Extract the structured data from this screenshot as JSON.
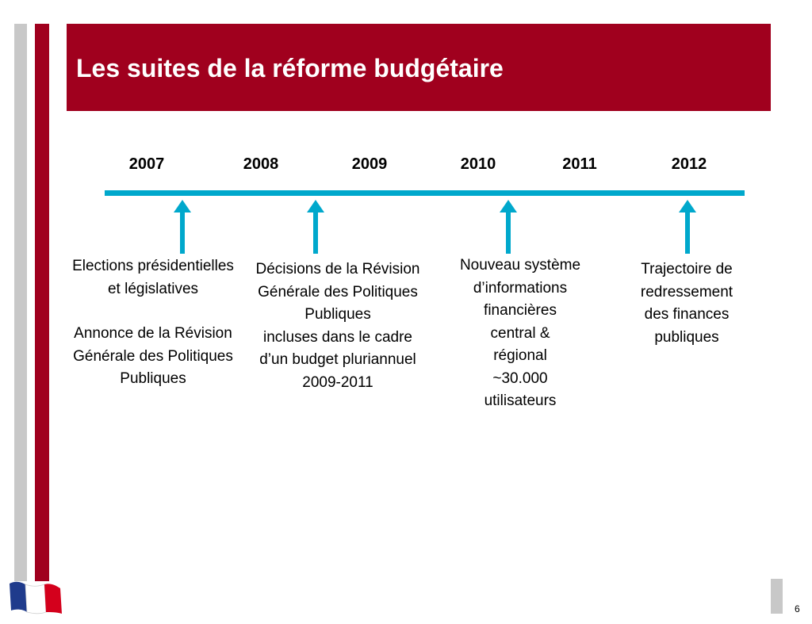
{
  "slide": {
    "title": "Les suites de la réforme budgétaire",
    "page_number": "6"
  },
  "timeline": {
    "years": [
      "2007",
      "2008",
      "2009",
      "2010",
      "2011",
      "2012"
    ],
    "line_color": "#00a8cc"
  },
  "events": [
    {
      "year": "2007",
      "lines": [
        "Elections présidentielles",
        "et législatives",
        "",
        "Annonce de la Révision",
        "Générale des Politiques",
        "Publiques"
      ]
    },
    {
      "year": "2008",
      "lines": [
        "Décisions de la Révision",
        "Générale des Politiques",
        "Publiques",
        "incluses dans le cadre",
        "d’un budget pluriannuel",
        "2009-2011"
      ]
    },
    {
      "year": "2010",
      "lines": [
        "Nouveau système",
        "d’informations",
        "financières",
        "central &",
        "régional",
        "~30.000",
        "utilisateurs"
      ]
    },
    {
      "year": "2012",
      "lines": [
        "Trajectoire de",
        "redressement",
        "des finances",
        "publiques"
      ]
    }
  ],
  "colors": {
    "brand_red": "#a0001e",
    "accent_gray": "#c8c8c8",
    "timeline_blue": "#00a8cc"
  },
  "icons": {
    "flag": "french-flag-icon",
    "arrow": "up-arrow-icon"
  }
}
